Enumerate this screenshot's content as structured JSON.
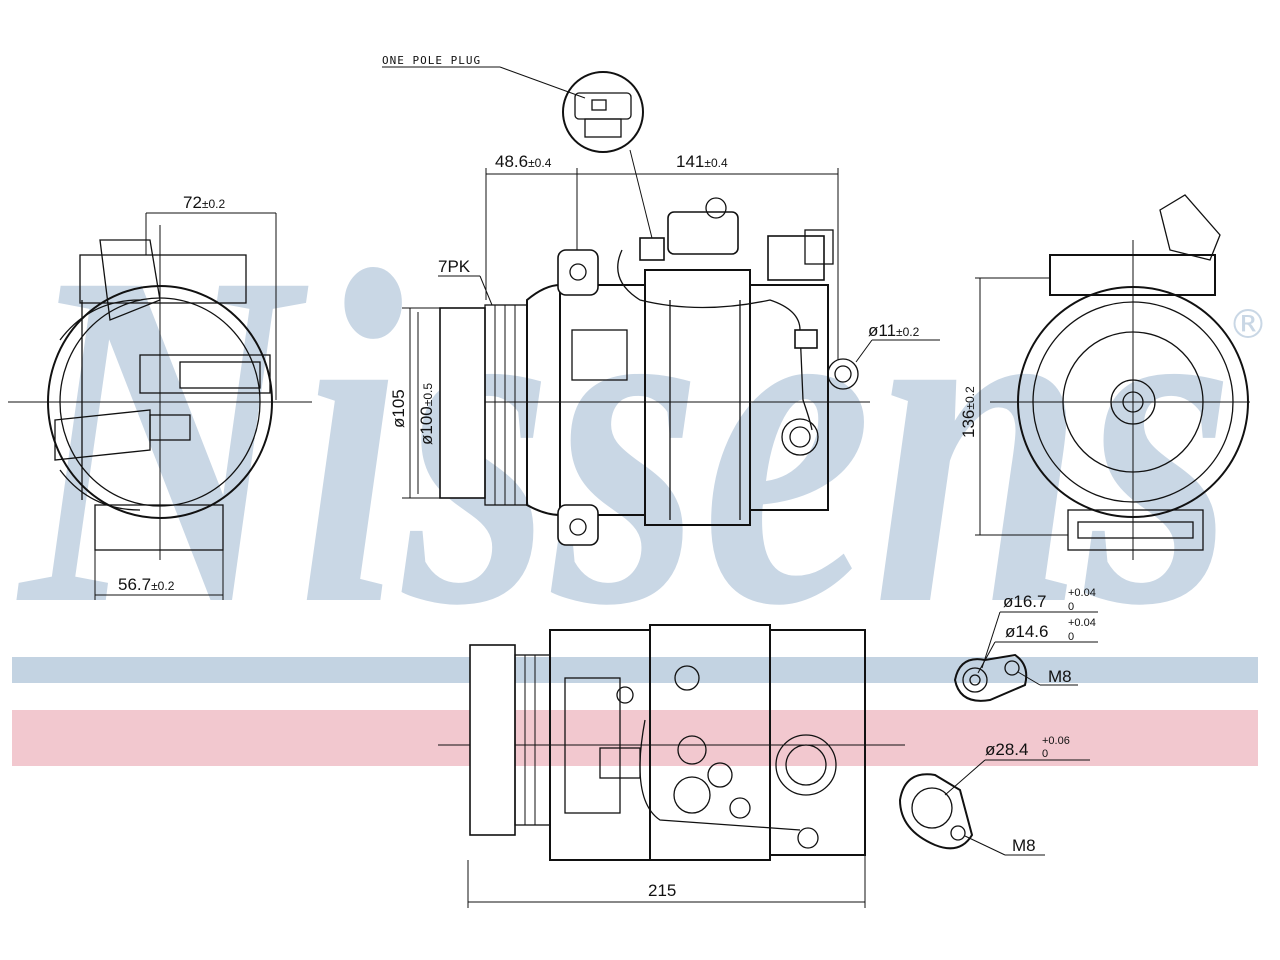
{
  "brand": {
    "watermark": "Nissens",
    "registered_mark": "®",
    "stripe_blue": "#c3d3e2",
    "stripe_red": "#f2c8cf",
    "watermark_color": "#c9d7e5"
  },
  "labels": {
    "plug": "ONE POLE PLUG",
    "belt": "7PK",
    "m8_top": "M8",
    "m8_bottom": "M8"
  },
  "dimensions": {
    "width_72": "72",
    "width_72_tol": "±0.2",
    "width_56": "56.7",
    "width_56_tol": "±0.2",
    "offset_48": "48.6",
    "offset_48_tol": "±0.4",
    "length_141": "141",
    "length_141_tol": "±0.4",
    "dia_105": "ø105",
    "dia_100": "ø100",
    "dia_100_tol": "±0.5",
    "hole_11": "ø11",
    "hole_11_tol": "±0.2",
    "height_136": "136",
    "height_136_tol": "±0.2",
    "port_16": "ø16.7",
    "port_16_tol_up": "+0.04",
    "port_16_tol_lo": "0",
    "port_14": "ø14.6",
    "port_14_tol_up": "+0.04",
    "port_14_tol_lo": "0",
    "port_28": "ø28.4",
    "port_28_tol_up": "+0.06",
    "port_28_tol_lo": "0",
    "length_215": "215"
  }
}
